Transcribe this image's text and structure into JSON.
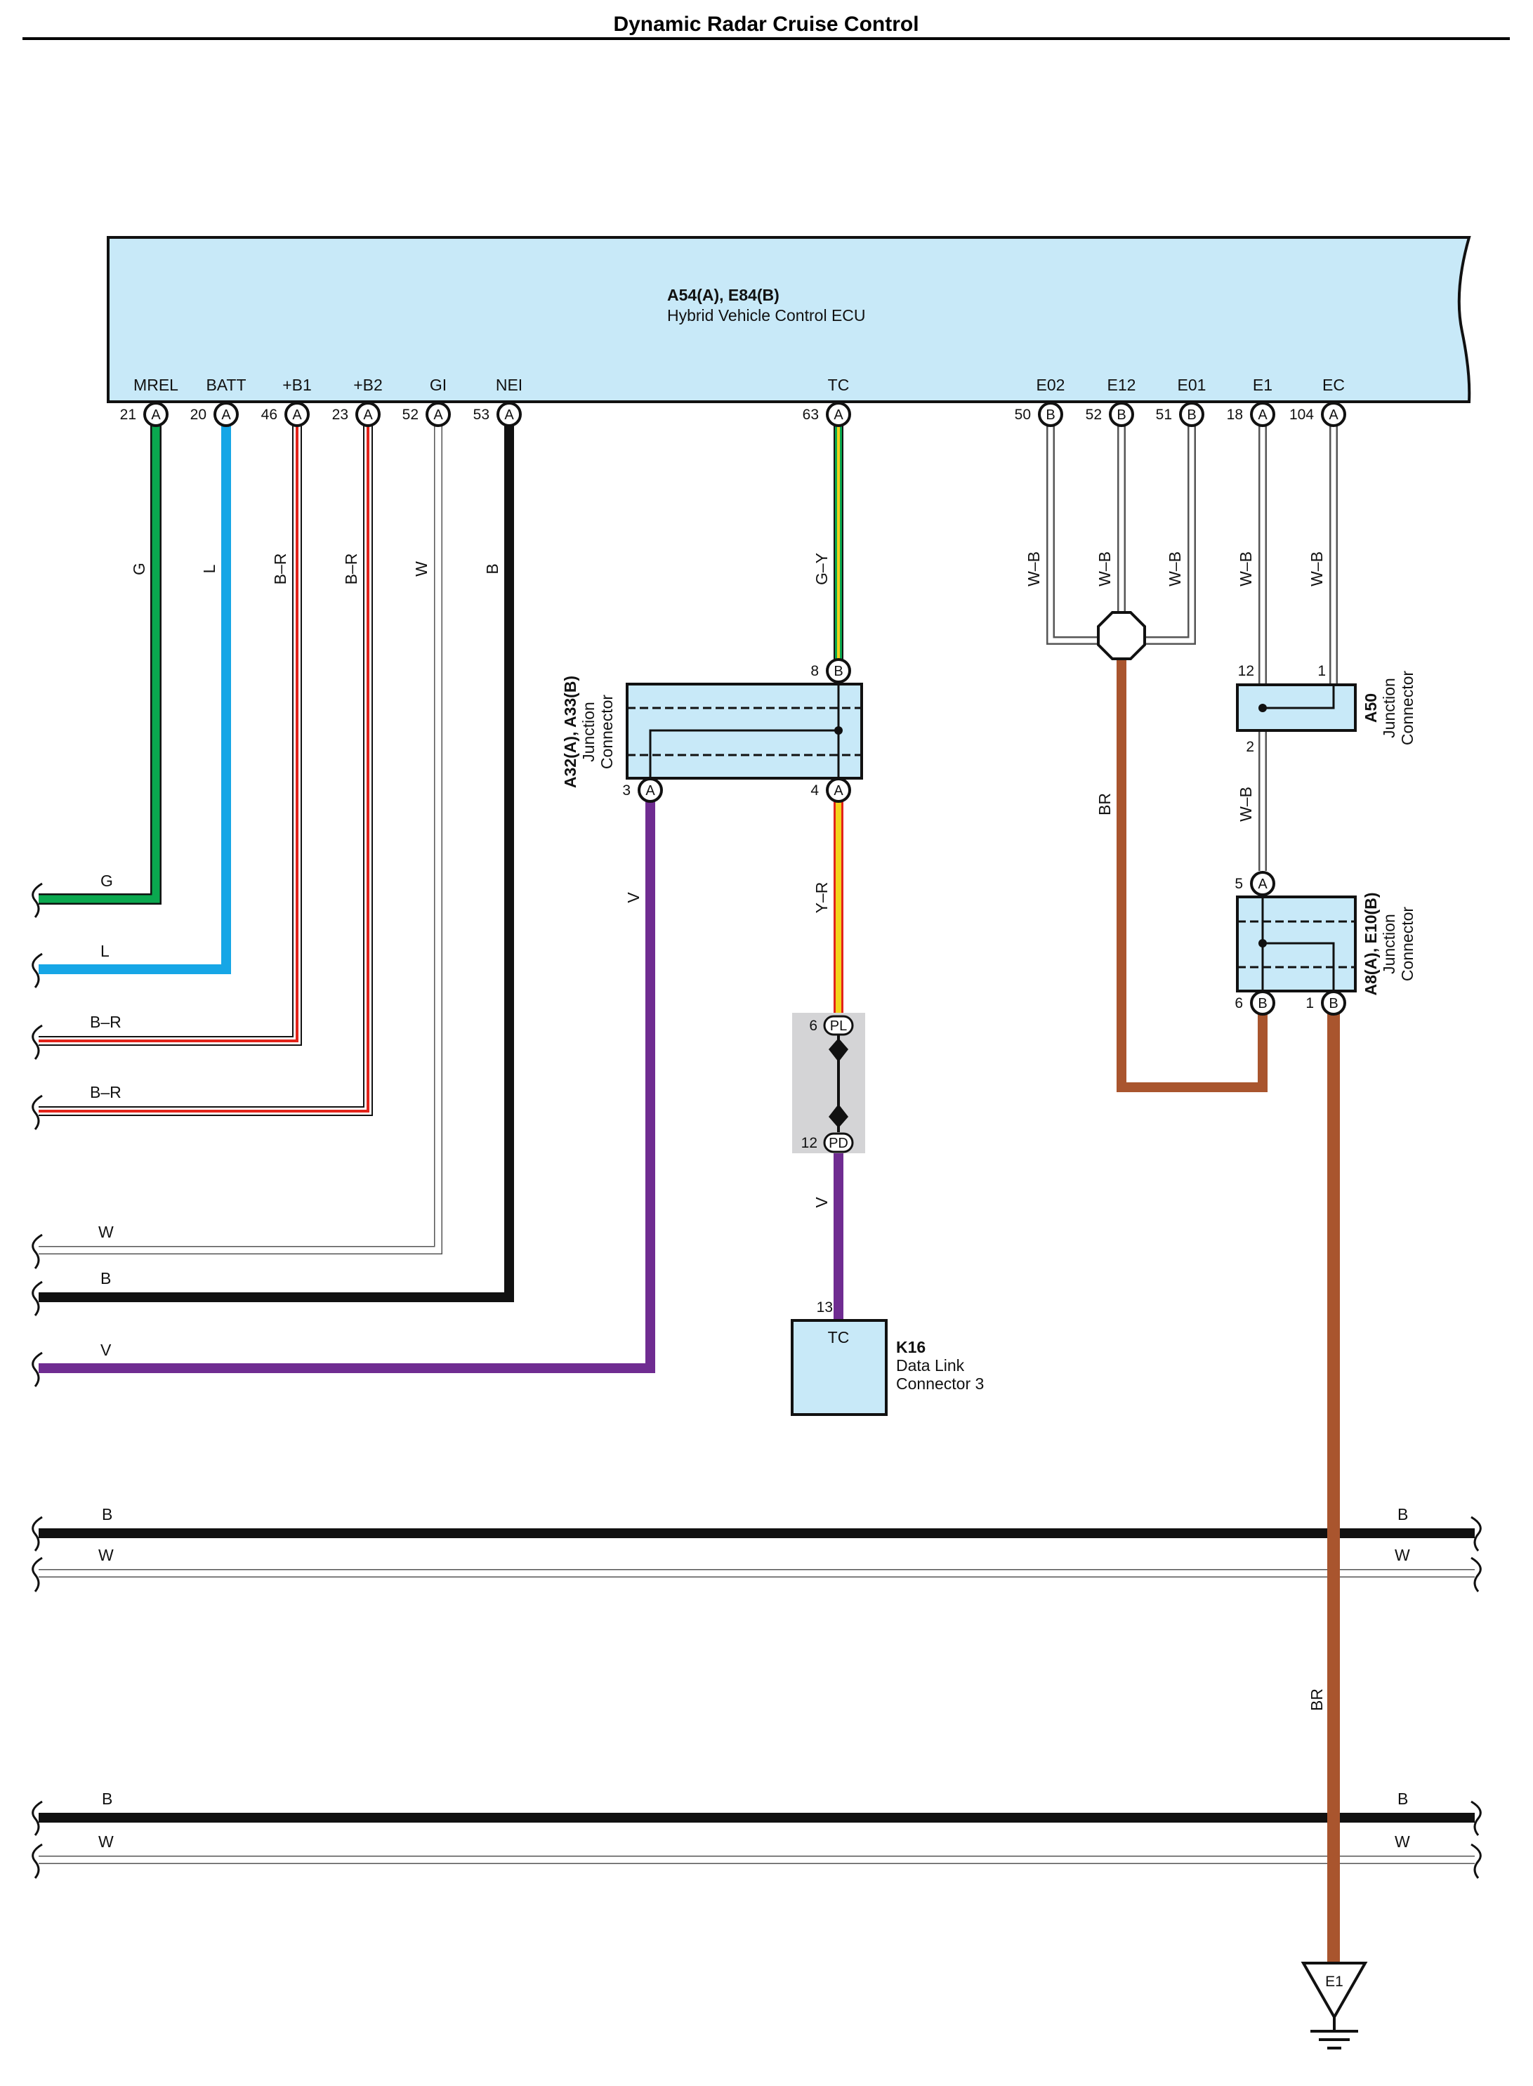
{
  "title": "Dynamic Radar Cruise Control",
  "colors": {
    "ecu_fill": "#c8e9f8",
    "green": "#0aa84f",
    "blue": "#16a6e6",
    "red_stripe": "#e2231a",
    "black": "#111111",
    "violet": "#6f2c91",
    "yellow": "#f2d21b",
    "brown": "#a9552e",
    "gray_panel": "#d4d4d6"
  },
  "ecu": {
    "code": "A54(A), E84(B)",
    "name": "Hybrid Vehicle Control ECU",
    "terminals": [
      {
        "name": "MREL",
        "pin": "21",
        "conn": "A"
      },
      {
        "name": "BATT",
        "pin": "20",
        "conn": "A"
      },
      {
        "name": "+B1",
        "pin": "46",
        "conn": "A"
      },
      {
        "name": "+B2",
        "pin": "23",
        "conn": "A"
      },
      {
        "name": "GI",
        "pin": "52",
        "conn": "A"
      },
      {
        "name": "NEI",
        "pin": "53",
        "conn": "A"
      },
      {
        "name": "TC",
        "pin": "63",
        "conn": "A"
      },
      {
        "name": "E02",
        "pin": "50",
        "conn": "B"
      },
      {
        "name": "E12",
        "pin": "52",
        "conn": "B"
      },
      {
        "name": "E01",
        "pin": "51",
        "conn": "B"
      },
      {
        "name": "E1",
        "pin": "18",
        "conn": "A"
      },
      {
        "name": "EC",
        "pin": "104",
        "conn": "A"
      }
    ]
  },
  "wires": {
    "mrel": "G",
    "batt": "L",
    "b1": "B–R",
    "b2": "B–R",
    "gi": "W",
    "nei": "B",
    "tc": "G–Y",
    "e02": "W–B",
    "e12": "W–B",
    "e01": "W–B",
    "e1": "W–B",
    "ec": "W–B",
    "br_joint": "BR",
    "a50_out": "W–B",
    "a32_out": "V",
    "a32_tc": "Y–R",
    "dlc": "V",
    "br_ground": "BR"
  },
  "left_stubs": [
    "G",
    "L",
    "B–R",
    "B–R",
    "W",
    "B",
    "V"
  ],
  "bus_lines": [
    {
      "top": "B",
      "bottom": "W"
    },
    {
      "top": "B",
      "bottom": "W"
    }
  ],
  "junction_a32": {
    "code": "A32(A), A33(B)",
    "name1": "Junction",
    "name2": "Connector",
    "pin_top": "8",
    "pin_top_conn": "B",
    "pin_left": "3",
    "pin_left_conn": "A",
    "pin_right": "4",
    "pin_right_conn": "A"
  },
  "junction_a50": {
    "code": "A50",
    "name1": "Junction",
    "name2": "Connector",
    "pin_12": "12",
    "pin_1": "1",
    "pin_2": "2"
  },
  "junction_a8": {
    "code": "A8(A), E10(B)",
    "name1": "Junction",
    "name2": "Connector",
    "pin_top": "5",
    "pin_top_conn": "A",
    "pin_left": "6",
    "pin_left_conn": "B",
    "pin_right": "1",
    "pin_right_conn": "B"
  },
  "inline_connector": {
    "pin_top": "6",
    "label_top": "PL",
    "pin_bottom": "12",
    "label_bottom": "PD"
  },
  "dlc": {
    "code": "K16",
    "name1": "Data Link",
    "name2": "Connector 3",
    "pin": "13",
    "terminal": "TC"
  },
  "ground": {
    "label": "E1"
  }
}
